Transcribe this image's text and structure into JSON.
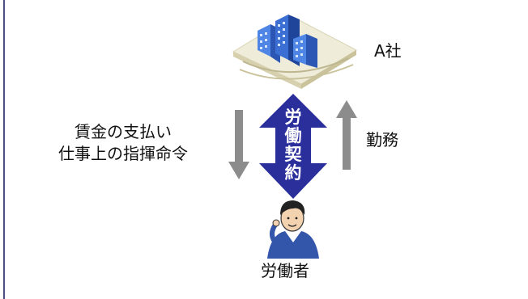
{
  "labels": {
    "company": "A社",
    "employer_duties_line1": "賃金の支払い",
    "employer_duties_line2": "仕事上の指揮命令",
    "worker_duty": "勤務",
    "contract": "労働契約",
    "worker": "労働者"
  },
  "colors": {
    "contract_arrow": "#2a2f9c",
    "gray_arrow": "#8c8c8c",
    "building": "#3b6fd3",
    "border_line": "#4f4f86"
  },
  "icons": {
    "company": "office-building-icon",
    "worker": "worker-person-icon"
  }
}
